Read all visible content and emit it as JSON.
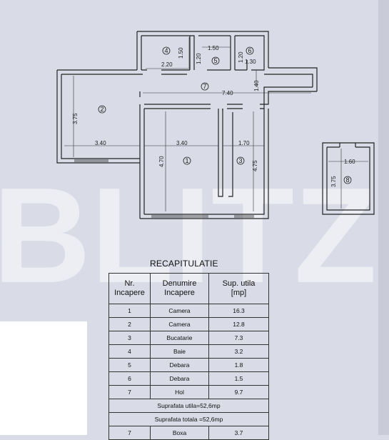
{
  "watermark": "BLITZ",
  "plan": {
    "dimensions": {
      "d_150": "1.50",
      "d_150v": "1.50",
      "d_120a": "1.20",
      "d_120b": "1.20",
      "d_130": "1.30",
      "d_220": "2.20",
      "d_740": "7.40",
      "d_140": "1.40",
      "d_375a": "3.75",
      "d_340a": "3.40",
      "d_340b": "3.40",
      "d_170": "1.70",
      "d_470": "4.70",
      "d_475": "4.75",
      "d_160": "1.60",
      "d_375b": "3.75"
    },
    "room_numbers": {
      "r1": "1",
      "r2": "2",
      "r3": "3",
      "r4": "4",
      "r5": "5",
      "r6": "6",
      "r7": "7",
      "r8": "8"
    }
  },
  "recap": {
    "title": "RECAPITULATIE",
    "headers": [
      "Nr.\nIncapere",
      "Denumire\nIncapere",
      "Sup. utila\n[mp]"
    ],
    "rows": [
      {
        "nr": "1",
        "name": "Camera",
        "area": "16.3"
      },
      {
        "nr": "2",
        "name": "Camera",
        "area": "12.8"
      },
      {
        "nr": "3",
        "name": "Bucatarie",
        "area": "7.3"
      },
      {
        "nr": "4",
        "name": "Baie",
        "area": "3.2"
      },
      {
        "nr": "5",
        "name": "Debara",
        "area": "1.8"
      },
      {
        "nr": "6",
        "name": "Debara",
        "area": "1.5"
      },
      {
        "nr": "7",
        "name": "Hol",
        "area": "9.7"
      }
    ],
    "suprafata_utila": "Suprafata utila=52,6mp",
    "suprafata_totala": "Suprafata totala =52,6mp",
    "boxa_row": {
      "nr": "7",
      "name": "Boxa",
      "area": "3.7"
    }
  }
}
